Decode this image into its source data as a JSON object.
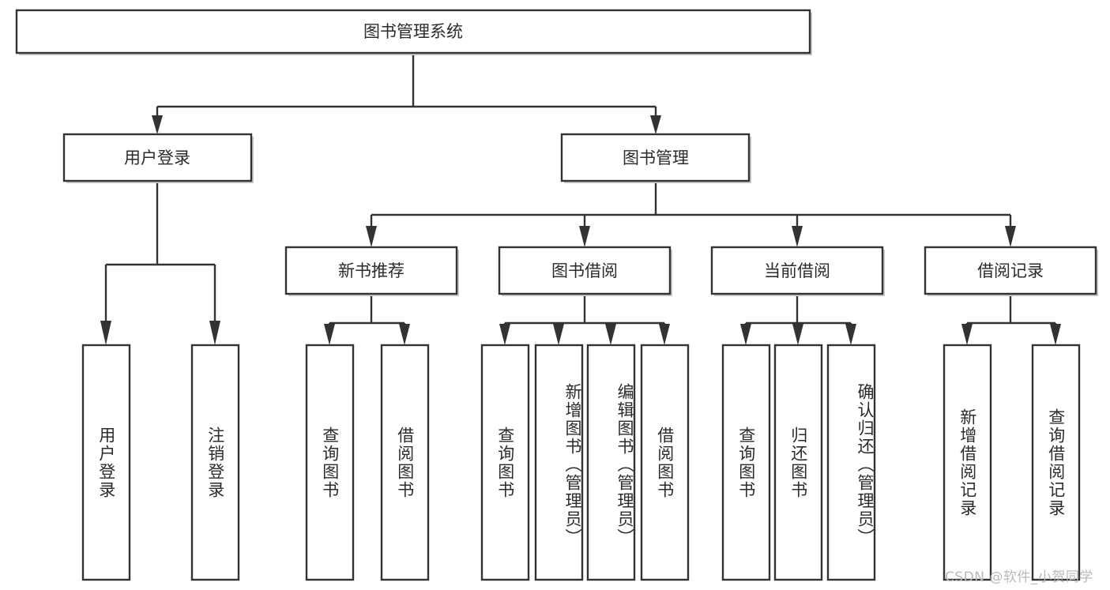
{
  "diagram": {
    "title_node": {
      "label": "图书管理系统"
    },
    "level2": [
      {
        "label": "用户登录"
      },
      {
        "label": "图书管理"
      }
    ],
    "level3": [
      {
        "label": "新书推荐"
      },
      {
        "label": "图书借阅"
      },
      {
        "label": "当前借阅"
      },
      {
        "label": "借阅记录"
      }
    ],
    "leaves": {
      "user_login": [
        {
          "label": "用户登录"
        },
        {
          "label": "注销登录"
        }
      ],
      "new_book_recommend": [
        {
          "label": "查询图书"
        },
        {
          "label": "借阅图书"
        }
      ],
      "book_borrow": [
        {
          "label": "查询图书"
        },
        {
          "label": "新增图书（管理员）"
        },
        {
          "label": "编辑图书（管理员）"
        },
        {
          "label": "借阅图书"
        }
      ],
      "current_borrow": [
        {
          "label": "查询图书"
        },
        {
          "label": "归还图书"
        },
        {
          "label": "确认归还（管理员）"
        }
      ],
      "borrow_record": [
        {
          "label": "新增借阅记录"
        },
        {
          "label": "查询借阅记录"
        }
      ]
    }
  },
  "watermark": {
    "text": "CSDN @软件_小贺同学"
  },
  "colors": {
    "box_stroke": "#333333",
    "box_fill": "#ffffff",
    "text": "#2b2b2b",
    "watermark": "#b9b9b9",
    "background": "#ffffff"
  }
}
